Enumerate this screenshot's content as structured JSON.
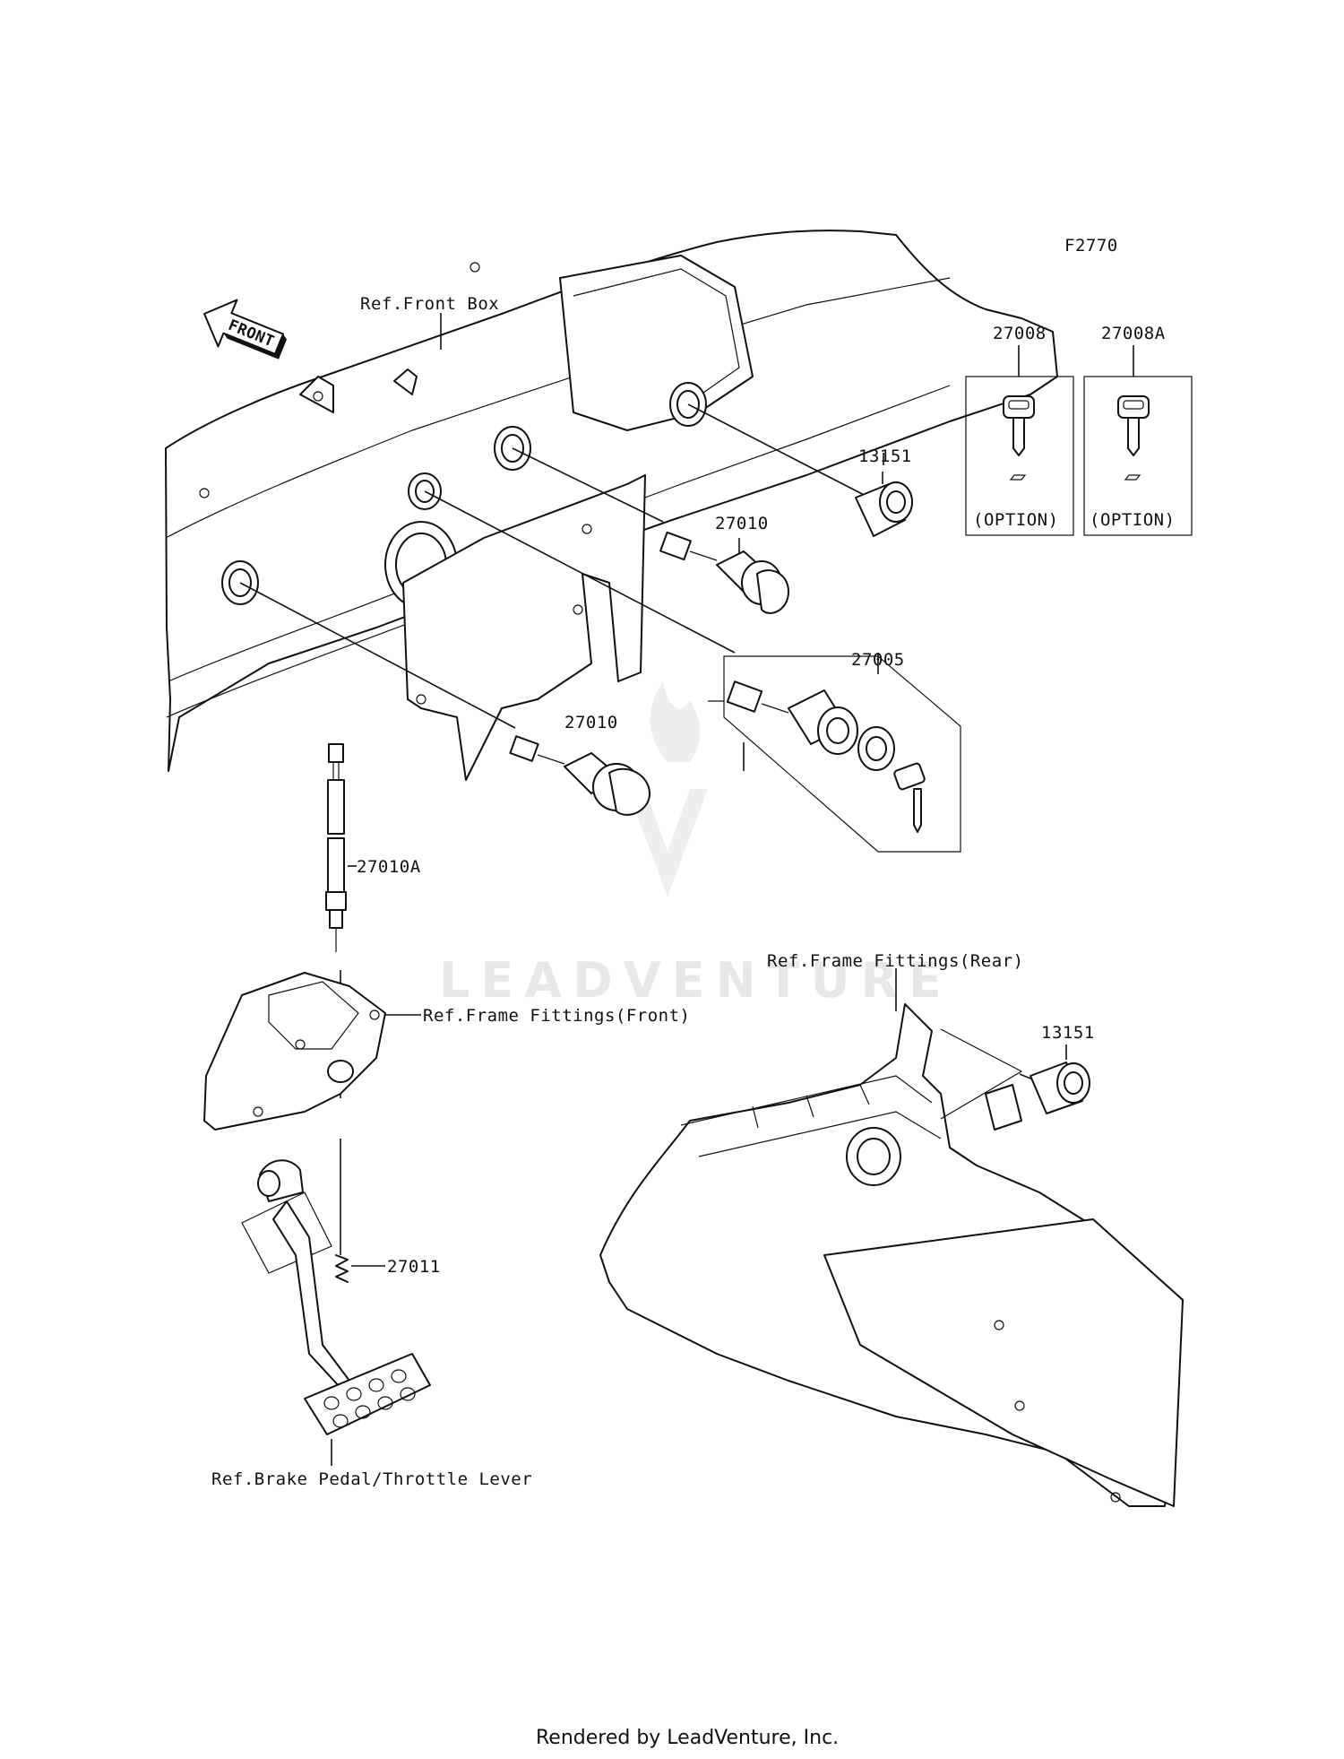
{
  "diagram_code": "F2770",
  "front_arrow_label": "FRONT",
  "watermark": "LEADVENTURE",
  "references": {
    "front_box": "Ref.Front Box",
    "frame_fittings_front": "Ref.Frame Fittings(Front)",
    "frame_fittings_rear": "Ref.Frame Fittings(Rear)",
    "brake_pedal": "Ref.Brake Pedal/Throttle Lever"
  },
  "parts": {
    "socket_upper": "13151",
    "socket_lower": "13151",
    "switch_upper": "27010",
    "switch_lower": "27010",
    "ignition_switch": "27005",
    "sensor_switch": "27010A",
    "spring": "27011"
  },
  "option_keys": {
    "key_a_number": "27008",
    "key_b_number": "27008A",
    "key_a_note": "(OPTION)",
    "key_b_note": "(OPTION)"
  },
  "footer": "Rendered by LeadVenture, Inc."
}
